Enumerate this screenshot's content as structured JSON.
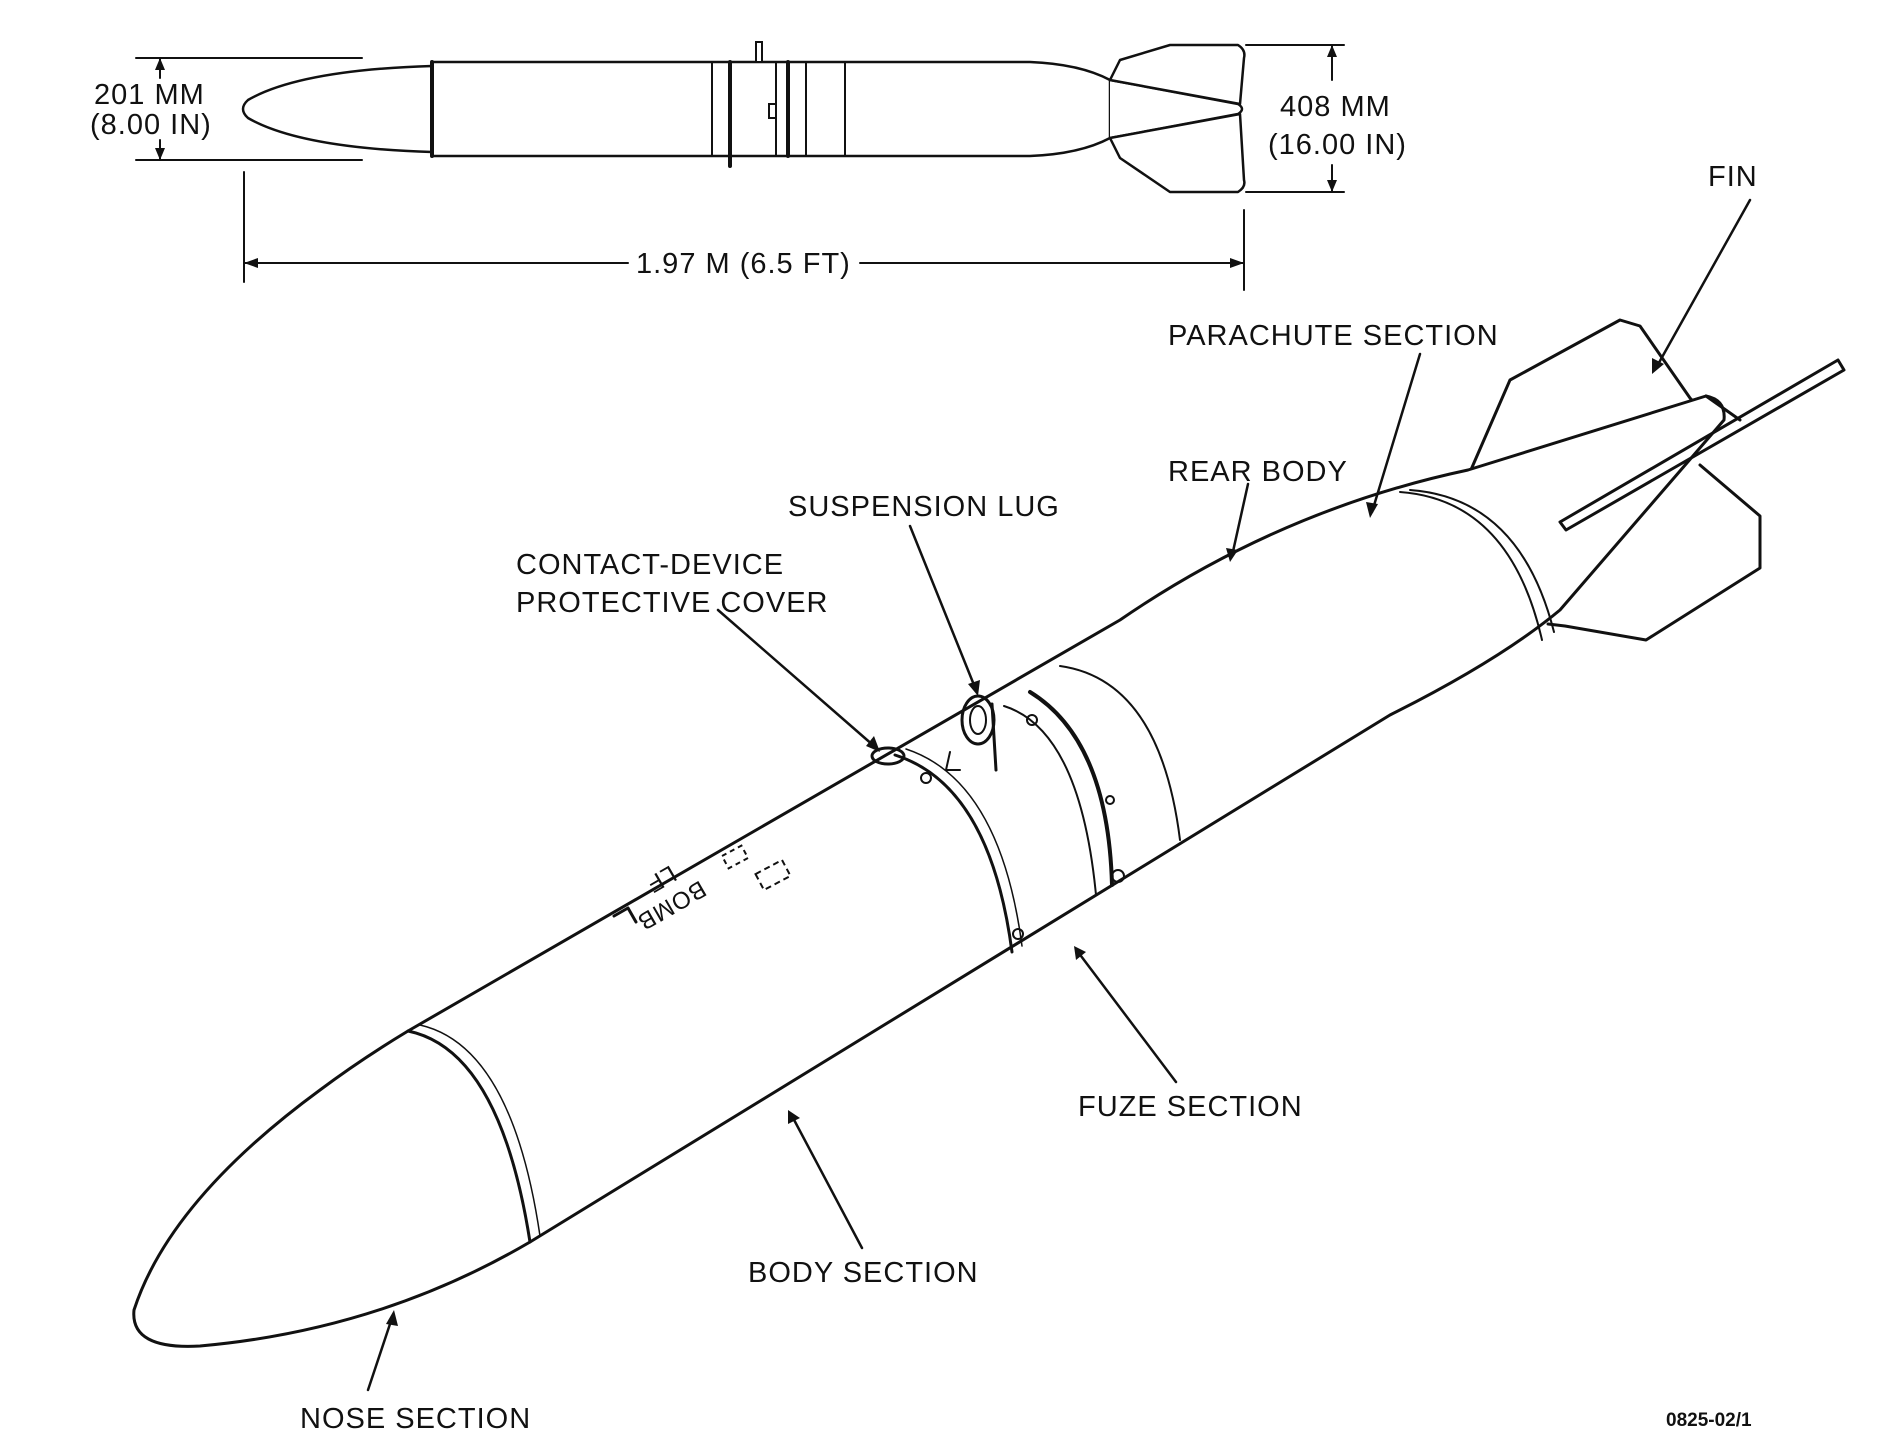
{
  "figure_id": "0825-02/1",
  "side_view": {
    "diameter_label_mm": "201 MM",
    "diameter_label_in": "(8.00 IN)",
    "span_label_mm": "408 MM",
    "span_label_in": "(16.00 IN)",
    "length_label": "1.97 M (6.5 FT)"
  },
  "callouts": {
    "fin": "FIN",
    "parachute_section": "PARACHUTE SECTION",
    "rear_body": "REAR BODY",
    "suspension_lug": "SUSPENSION LUG",
    "contact_device_line1": "CONTACT-DEVICE",
    "contact_device_line2": "PROTECTIVE COVER",
    "fuze_section": "FUZE SECTION",
    "body_section": "BODY SECTION",
    "nose_section": "NOSE SECTION"
  },
  "stenciling": {
    "line1": "BOMB",
    "line2": "LF"
  },
  "colors": {
    "ink": "#111111",
    "paper": "#ffffff"
  }
}
